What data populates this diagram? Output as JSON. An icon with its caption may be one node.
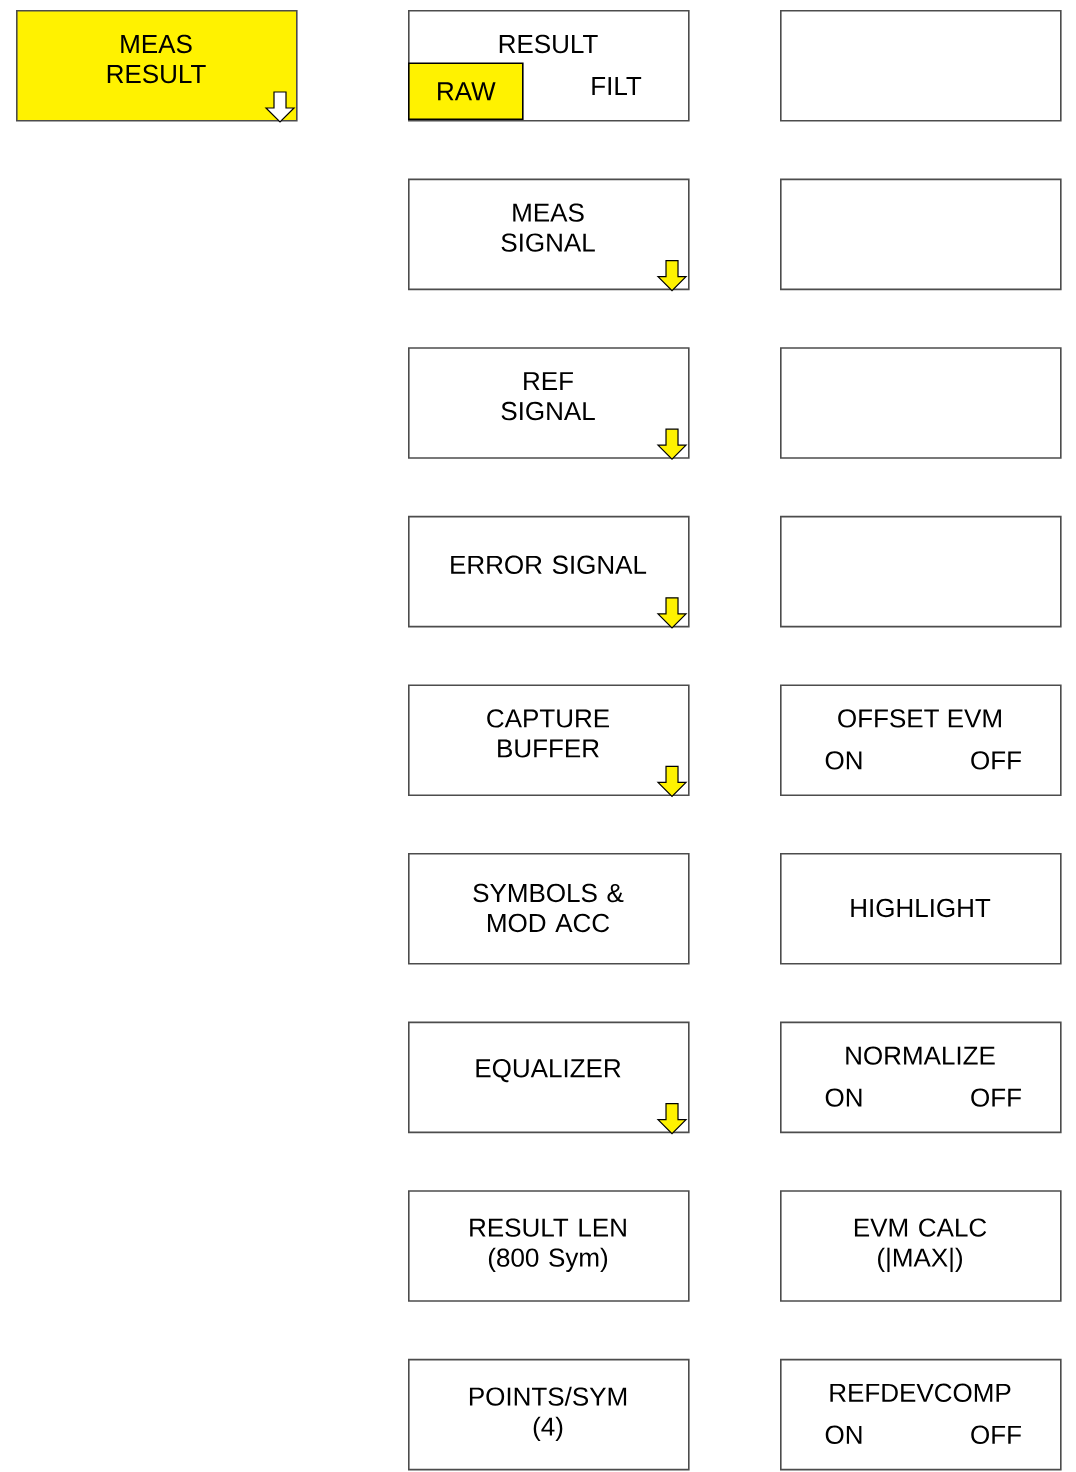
{
  "diagram": {
    "nodes": [
      {
        "text": [
          "MEAS RESULT"
        ]
      },
      {
        "text": [
          "RESULT",
          "FILT"
        ]
      },
      {
        "text": [
          "RAW"
        ],
        "in": 1
      },
      {
        "text": [
          "MEAS SIGNAL"
        ]
      },
      {
        "text": [
          "REF SIGNAL"
        ]
      },
      {
        "text": [
          "ERROR SIGNAL"
        ]
      },
      {
        "text": [
          "CAPTURE BUFFER"
        ]
      },
      {
        "text": [
          "SYMBOLS & MOD ACC"
        ]
      },
      {
        "text": [
          "EQUALIZER"
        ]
      },
      {
        "text": [
          "RESULT LEN (800 Sym)"
        ]
      },
      {
        "text": [
          "POINTS/SYM (4)"
        ]
      },
      {
        "text": [],
        "shape": "box"
      },
      {
        "text": [],
        "shape": "box"
      },
      {
        "text": [],
        "shape": "box"
      },
      {
        "text": [],
        "shape": "box"
      },
      {
        "text": [
          "OFFSET EVM",
          "ON",
          "OFF"
        ]
      },
      {
        "text": [
          "HIGHLIGHT"
        ]
      },
      {
        "text": [
          "NORMALIZE",
          "ON",
          "OFF"
        ]
      },
      {
        "text": [
          "EVM CALC (|MAX|)"
        ]
      },
      {
        "text": [
          "REFDEVCOMP",
          "ON",
          "OFF"
        ]
      }
    ]
  }
}
